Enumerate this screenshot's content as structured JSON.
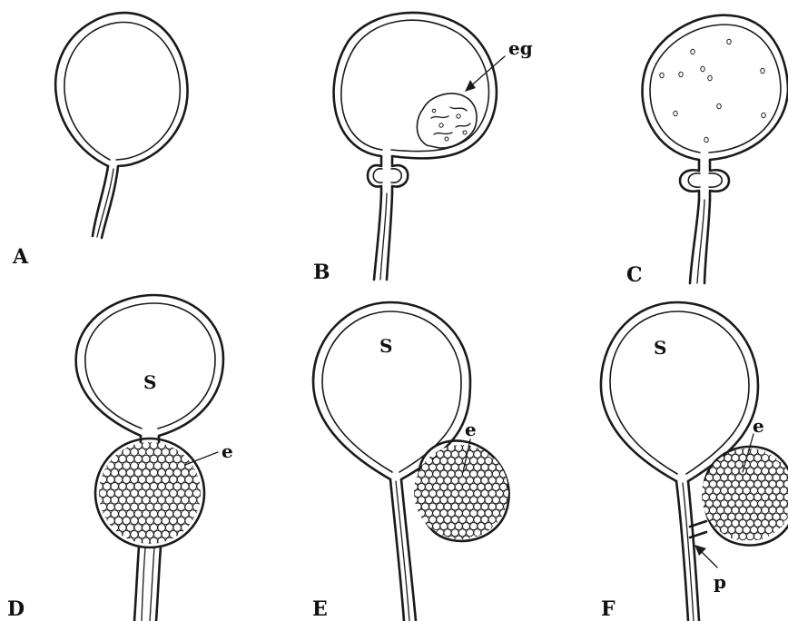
{
  "figure": {
    "panels": [
      {
        "id": "A",
        "label": "A"
      },
      {
        "id": "B",
        "label": "B",
        "annotation": "eg"
      },
      {
        "id": "C",
        "label": "C"
      },
      {
        "id": "D",
        "label": "D",
        "sac_label": "S",
        "egg_mass_label": "e"
      },
      {
        "id": "E",
        "label": "E",
        "sac_label": "S",
        "egg_mass_label": "e"
      },
      {
        "id": "F",
        "label": "F",
        "sac_label": "S",
        "egg_mass_label": "e",
        "pore_label": "p"
      }
    ]
  }
}
